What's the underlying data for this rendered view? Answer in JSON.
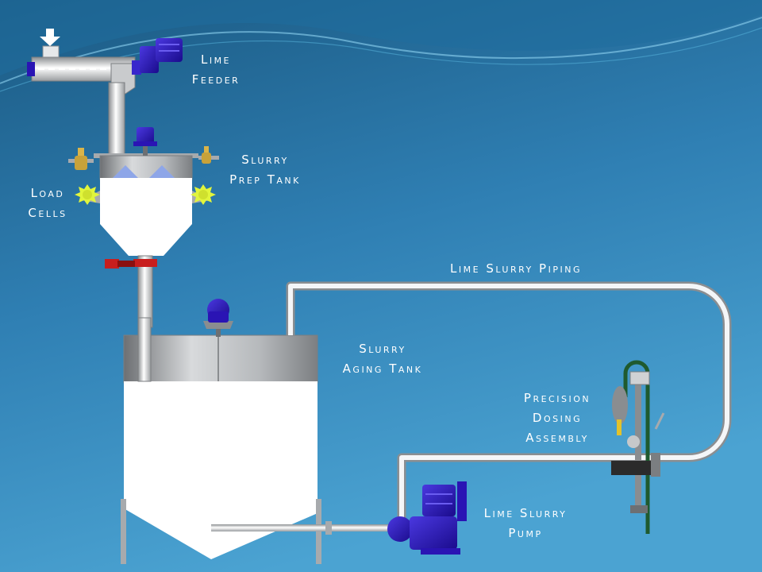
{
  "diagram": {
    "labels": {
      "lime_feeder": [
        "Lime",
        "Feeder"
      ],
      "slurry_prep_tank": [
        "Slurry",
        "Prep Tank"
      ],
      "load_cells": [
        "Load",
        "Cells"
      ],
      "lime_slurry_piping": [
        "Lime Slurry Piping"
      ],
      "slurry_aging_tank": [
        "Slurry",
        "Aging Tank"
      ],
      "precision_dosing_assembly": [
        "Precision",
        "Dosing",
        "Assembly"
      ],
      "lime_slurry_pump": [
        "Lime Slurry",
        "Pump"
      ]
    },
    "colors": {
      "background_top": "#1e5f88",
      "background_bottom": "#4ba3d2",
      "motor_blue": "#2a14b4",
      "load_cell_yellow": "#e1f53c",
      "valve_red": "#c81e1e",
      "valve_brass": "#c8a23a",
      "pipe_white": "#f4f6f8",
      "tank_white": "#ffffff",
      "steel_gray": "#a7aaad",
      "label_text": "#ffffff"
    }
  }
}
